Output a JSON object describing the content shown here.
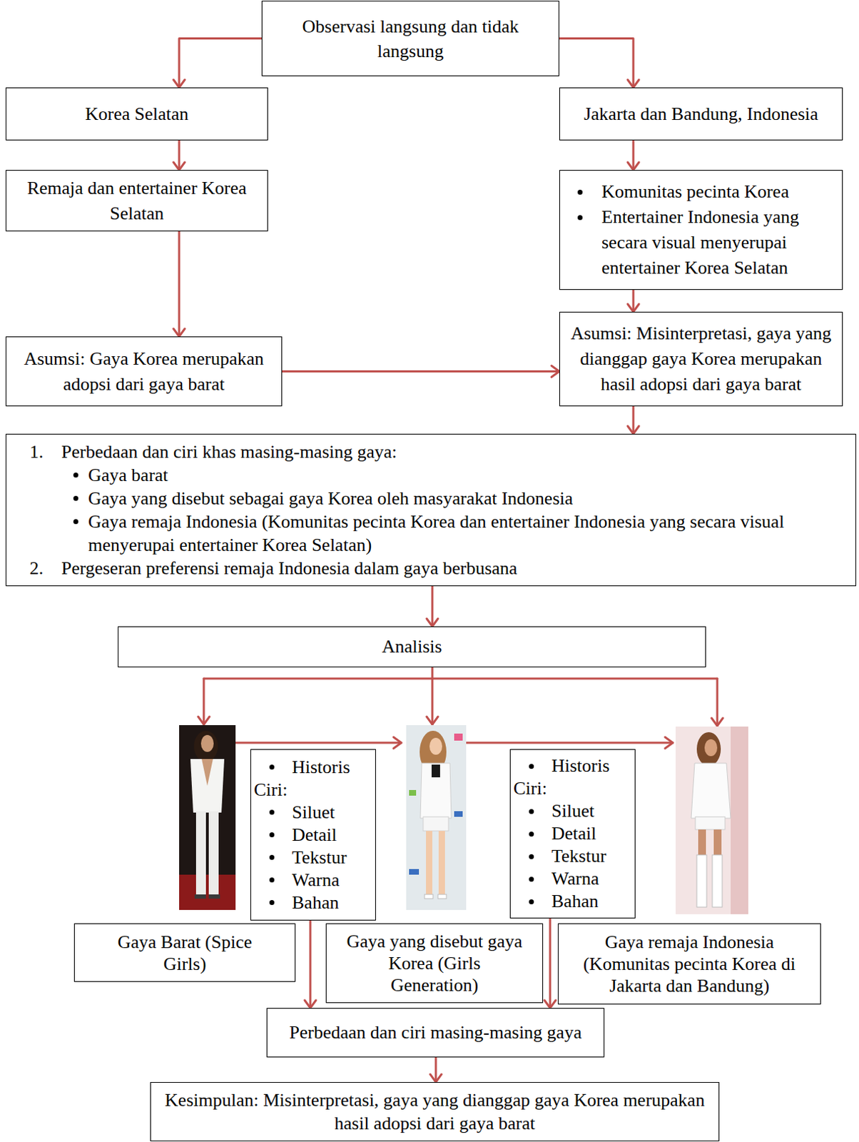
{
  "diagram": {
    "nodes": [
      {
        "text": [
          "Observasi langsung dan tidak langsung"
        ]
      },
      {
        "text": [
          "Korea Selatan"
        ]
      },
      {
        "text": [
          "Jakarta dan Bandung, Indonesia"
        ]
      },
      {
        "text": [
          "Remaja dan entertainer Korea Selatan"
        ]
      },
      {
        "text": [
          "Komunitas pecinta Korea",
          "Entertainer Indonesia yang secara visual menyerupai entertainer Korea Selatan"
        ]
      },
      {
        "text": [
          "Asumsi: Gaya Korea merupakan adopsi dari gaya barat"
        ]
      },
      {
        "text": [
          "Asumsi: Misinterpretasi, gaya yang dianggap gaya Korea merupakan hasil adopsi dari gaya barat"
        ]
      },
      {
        "text": [
          "1.",
          "Perbedaan dan ciri khas masing-masing gaya:",
          "Gaya barat",
          "Gaya yang disebut sebagai gaya Korea oleh masyarakat Indonesia",
          "Gaya remaja Indonesia (Komunitas pecinta Korea dan entertainer Indonesia yang secara visual menyerupai entertainer Korea Selatan)",
          "2.",
          "Pergeseran preferensi remaja Indonesia dalam gaya berbusana"
        ]
      },
      {
        "text": [
          "Analisis"
        ]
      },
      {
        "text": [
          "Historis",
          "Ciri:",
          "Siluet",
          "Detail",
          "Tekstur",
          "Warna",
          "Bahan"
        ]
      },
      {
        "text": [
          "Historis",
          "Ciri:",
          "Siluet",
          "Detail",
          "Tekstur",
          "Warna",
          "Bahan"
        ]
      },
      {
        "text": [
          "Gaya Barat (Spice Girls)"
        ]
      },
      {
        "text": [
          "Gaya yang disebut gaya Korea (Girls Generation)"
        ]
      },
      {
        "text": [
          "Gaya remaja Indonesia (Komunitas pecinta Korea di Jakarta dan Bandung)"
        ]
      },
      {
        "text": [
          "Perbedaan dan ciri masing-masing gaya"
        ]
      },
      {
        "text": [
          "Kesimpulan: Misinterpretasi, gaya yang dianggap gaya Korea merupakan hasil adopsi dari gaya barat"
        ]
      }
    ],
    "edges": [
      {
        "from": 0,
        "to": 1,
        "arrow": "to"
      },
      {
        "from": 0,
        "to": 2,
        "arrow": "to"
      },
      {
        "from": 1,
        "to": 3,
        "arrow": "to"
      },
      {
        "from": 2,
        "to": 4,
        "arrow": "to"
      },
      {
        "from": 3,
        "to": 5,
        "arrow": "to"
      },
      {
        "from": 4,
        "to": 6,
        "arrow": "to"
      },
      {
        "from": 5,
        "to": 6,
        "arrow": "to"
      },
      {
        "from": 6,
        "to": 7,
        "arrow": "to"
      },
      {
        "from": 7,
        "to": 8,
        "arrow": "to"
      },
      {
        "from": 9,
        "to": 14,
        "arrow": "to"
      },
      {
        "from": 10,
        "to": 14,
        "arrow": "to"
      },
      {
        "from": 14,
        "to": 15,
        "arrow": "to"
      }
    ]
  }
}
